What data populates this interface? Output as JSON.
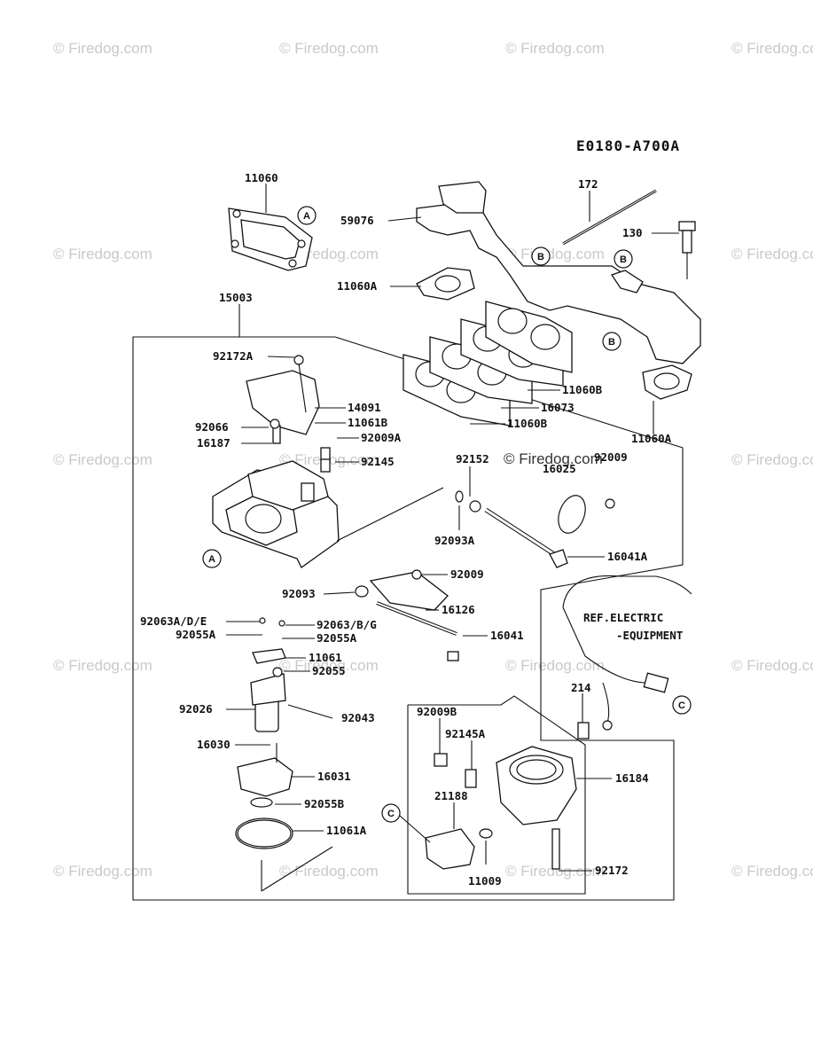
{
  "diagram_code": "E0180-A700A",
  "watermark_text": "© Firedog.com",
  "center_watermark": "© Firedog.com",
  "callout_letters": {
    "a": "A",
    "b": "B",
    "c": "C"
  },
  "ref_note": {
    "line1": "REF.ELECTRIC",
    "line2": "-EQUIPMENT"
  },
  "parts": {
    "p11060": "11060",
    "p172": "172",
    "p59076": "59076",
    "p130": "130",
    "p11060A_top": "11060A",
    "p15003": "15003",
    "p92172A": "92172A",
    "p14091": "14091",
    "p11061B": "11061B",
    "p11060B_a": "11060B",
    "p16073": "16073",
    "p11060B_b": "11060B",
    "p11060A_right": "11060A",
    "p92066": "92066",
    "p92009A": "92009A",
    "p16187": "16187",
    "p92145": "92145",
    "p92152": "92152",
    "p92009_top": "92009",
    "p16025": "16025",
    "p92093A": "92093A",
    "p16041A": "16041A",
    "p92093": "92093",
    "p92009": "92009",
    "p16126": "16126",
    "p92063ADE": "92063A/D/E",
    "p92063BG": "92063/B/G",
    "p92055A_left": "92055A",
    "p92055A_right": "92055A",
    "p16041": "16041",
    "p11061": "11061",
    "p92055": "92055",
    "p92026": "92026",
    "p92043": "92043",
    "p214": "214",
    "p16030": "16030",
    "p92009B": "92009B",
    "p92145A": "92145A",
    "p16184": "16184",
    "p16031": "16031",
    "p21188": "21188",
    "p92055B": "92055B",
    "p11061A": "11061A",
    "p11009": "11009",
    "p92172": "92172"
  }
}
